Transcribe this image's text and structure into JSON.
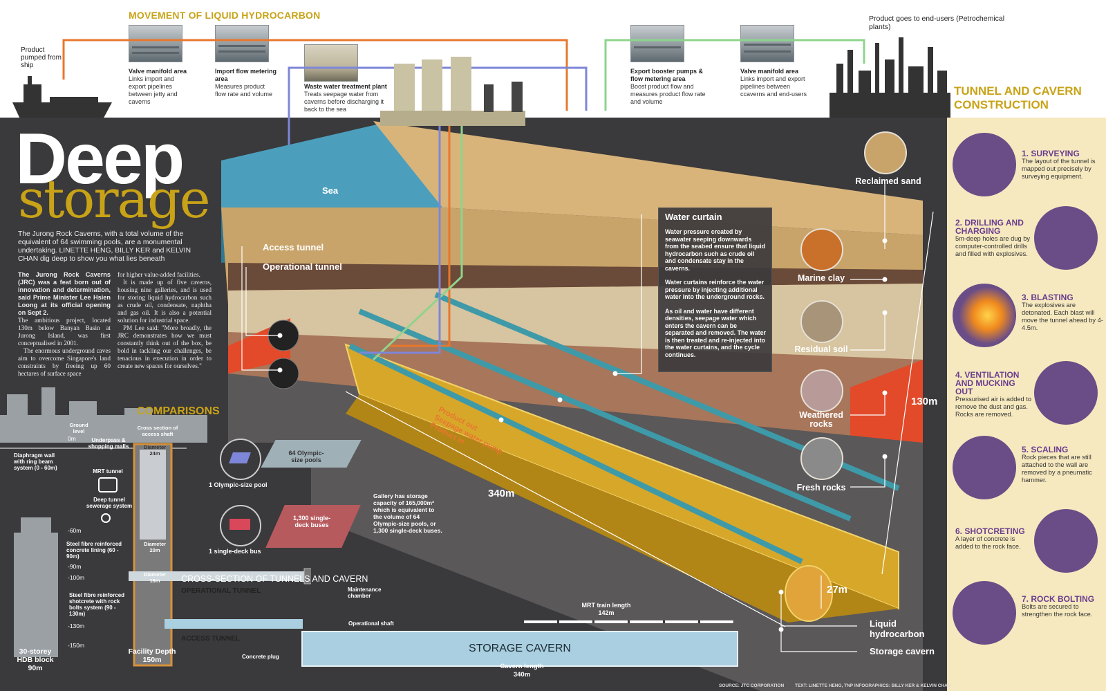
{
  "header": {
    "movement_title": "MOVEMENT OF LIQUID HYDROCARBON",
    "product_pumped": "Product pumped from ship",
    "end_users": "Product goes to end-users (Petrochemical plants)"
  },
  "facilities": [
    {
      "title": "Valve manifold area",
      "desc": "Links import and export pipelines between jetty and caverns"
    },
    {
      "title": "Import flow metering area",
      "desc": "Measures product flow rate and volume"
    },
    {
      "title": "Waste water treatment plant",
      "desc": "Treats seepage water from caverns before discharging it back to the sea"
    },
    {
      "title": "Export booster pumps & flow metering area",
      "desc": "Boost product flow and measures product flow rate and volume"
    },
    {
      "title": "Valve manifold area",
      "desc": "Links import and export pipelines between ccaverns and end-users"
    }
  ],
  "title": {
    "deep": "Deep",
    "storage": "storage",
    "intro": "The Jurong Rock Caverns, with a total volume of the equivalent of 64 swimming pools, are a monumental undertaking. LINETTE HENG, BILLY KER and KELVIN CHAN dig deep to show you what lies beneath"
  },
  "article": {
    "col1_lead": "The Jurong Rock Caverns (JRC) was a feat born out of innovation and determination, said Prime Minister Lee Hsien Loong at its official opening on Sept 2.",
    "col1_p2": "The ambitious project, located 130m below Banyan Basin at Jurong Island, was first conceptualised in 2001.",
    "col1_p3": "The enormous underground caves aim to overcome Singapore's land constraints by freeing up 60 hectares of surface space",
    "col2_p1": "for higher value-added facilities.",
    "col2_p2": "It is made up of five caverns, housing nine galleries, and is used for storing liquid hydrocarbon such as crude oil, condensate, naphtha and gas oil. It is also a potential solution for industrial space.",
    "col2_p3": "PM Lee said: \"More broadly, the JRC demonstrates how we must constantly think out of the box, be bold in tackling our challenges, be tenacious in execution in order to create new spaces for ourselves.\""
  },
  "diagram": {
    "sea": "Sea",
    "access_tunnel": "Access tunnel",
    "operational_tunnel": "Operational tunnel",
    "product_out": "Product out",
    "seepage_pump": "Seepage water pump",
    "product_in": "Product in",
    "length": "340m",
    "depth": "130m",
    "height": "27m",
    "liquid_hydrocarbon": "Liquid hydrocarbon",
    "storage_cavern": "Storage cavern"
  },
  "water_curtain": {
    "title": "Water curtain",
    "p1": "Water pressure created by seawater seeping downwards from the seabed ensure that liquid hydrocarbon such as crude oil and condensate stay in the caverns.",
    "p2": "Water curtains reinforce the water pressure by injecting additional water into the underground rocks.",
    "p3": "As oil and water have different densities, seepage water which enters the cavern can be separated and removed. The water is then treated and re-injected into the water curtains, and the cycle continues."
  },
  "layers": [
    {
      "name": "Reclaimed sand",
      "color": "#c9a46a"
    },
    {
      "name": "Marine clay",
      "color": "#c9702a"
    },
    {
      "name": "Residual soil",
      "color": "#a89478"
    },
    {
      "name": "Weathered rocks",
      "color": "#b89a98"
    },
    {
      "name": "Fresh rocks",
      "color": "#8a8a8a"
    }
  ],
  "right_panel": {
    "title": "TUNNEL AND CAVERN CONSTRUCTION",
    "steps": [
      {
        "title": "1. SURVEYING",
        "desc": "The layout of the tunnel is mapped out precisely by surveying equipment."
      },
      {
        "title": "2. DRILLING AND CHARGING",
        "desc": "5m-deep holes are dug by computer-controlled drills and filled with explosives."
      },
      {
        "title": "3. BLASTING",
        "desc": "The explosives are detonated. Each blast will move the tunnel ahead by 4-4.5m."
      },
      {
        "title": "4. VENTILATION AND MUCKING OUT",
        "desc": "Pressurised air is added to remove the dust and gas. Rocks are removed."
      },
      {
        "title": "5. SCALING",
        "desc": "Rock pieces that are still attached to the wall are removed by a pneumatic hammer."
      },
      {
        "title": "6. SHOTCRETING",
        "desc": "A layer of concrete is added to the rock face."
      },
      {
        "title": "7. ROCK BOLTING",
        "desc": "Bolts are secured to strengthen the rock face."
      }
    ]
  },
  "comparisons": {
    "title": "COMPARISONS",
    "pools_64": "64 Olympic-size pools",
    "pool_1": "1 Olympic-size pool",
    "buses_1300": "1,300 single-deck buses",
    "bus_1": "1 single-deck bus",
    "gallery_note": "Gallery has storage capacity of 165,000m³ which is equivalent to the volume of 64 Olympic-size pools, or 1,300 single-deck buses."
  },
  "cross_section": {
    "title": "CROSS-SECTION OF TUNNELS AND CAVERN",
    "ground_level": "Ground level",
    "access_shaft": "Cross section of access shaft",
    "diameter_24": "Diameter 24m",
    "diameter_20": "Diameter 20m",
    "diameter_18": "Diameter 18m",
    "underpass": "Underpass & shopping malls",
    "mrt_tunnel": "MRT tunnel",
    "deep_tunnel": "Deep tunnel sewerage system",
    "diaphragm": "Diaphragm wall with ring beam system (0 - 60m)",
    "steel_lining": "Steel fibre reinforced concrete lining (60 - 90m)",
    "steel_shotcrete": "Steel fibre reinforced shotcrete with rock bolts system (90 - 130m)",
    "ticks": [
      "0m",
      "-60m",
      "-90m",
      "-100m",
      "-130m",
      "-150m"
    ],
    "hdb": "30-storey HDB block",
    "hdb_height": "90m",
    "facility_depth": "Facility Depth",
    "facility_depth_value": "150m",
    "operational_tunnel": "OPERATIONAL TUNNEL",
    "access_tunnel": "ACCESS TUNNEL",
    "maintenance": "Maintenance chamber",
    "operational_shaft": "Operational shaft",
    "concrete_plug": "Concrete plug",
    "storage_cavern": "STORAGE CAVERN",
    "mrt_length": "MRT train length",
    "mrt_length_value": "142m",
    "cavern_length": "Cavern length",
    "cavern_length_value": "340m"
  },
  "credits": {
    "source": "SOURCE: JTC CORPORATION",
    "text": "TEXT: LINETTE HENG, TNP INFOGRAPHICS: BILLY KER & KELVIN CHAN"
  },
  "colors": {
    "gold": "#c9a317",
    "purple": "#6a3d8f",
    "dark_bg": "#3a393b",
    "orange_line": "#e8772e",
    "blue_line": "#7d86d8",
    "green_line": "#8ed48c"
  }
}
